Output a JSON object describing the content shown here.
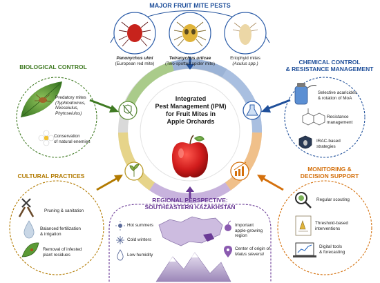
{
  "top": {
    "title": "MAJOR FRUIT MITE PESTS",
    "mites": [
      {
        "name": "Panonychus ulmi",
        "common": "(European red mite)"
      },
      {
        "name": "Tetranychus urticae",
        "common": "(Two-spotted spider mite)"
      },
      {
        "name": "Eriophyid mites",
        "common": "(Aculus spp.)"
      }
    ]
  },
  "center": {
    "lines": [
      "Integrated",
      "Pest Management (IPM)",
      "for Fruit Mites in",
      "Apple Orchards"
    ]
  },
  "bio": {
    "title": "BIOLOGICAL CONTROL",
    "item1": {
      "line1": "Predatory mites",
      "line2": "(Typhlodromus,",
      "line3": "Neoseiulus,",
      "line4": "Phytoseiulus)"
    },
    "item2": {
      "line1": "Conservation",
      "line2": "of natural enemies"
    }
  },
  "chem": {
    "title_line1": "CHEMICAL CONTROL",
    "title_line2": "& RESISTANCE MANAGEMENT",
    "item1": {
      "line1": "Selective acaricides",
      "line2": "& rotation of MoA"
    },
    "item2": {
      "line1": "Resistance",
      "line2": "management"
    },
    "item3": {
      "line1": "IRAC-based",
      "line2": "strategies"
    }
  },
  "cult": {
    "title": "CULTURAL PRACTICES",
    "item1": "Pruning & sanitation",
    "item2": {
      "line1": "Balanced fertilization",
      "line2": "& irrigation"
    },
    "item3": {
      "line1": "Removal of infested",
      "line2": "plant residues"
    }
  },
  "region": {
    "title_line1": "REGIONAL PERSPECTIVE:",
    "title_line2": "SOUTHEASTERN KAZAKHSTAN",
    "left": [
      "Hot summers",
      "Cold winters",
      "Low humidity"
    ],
    "right1": {
      "line1": "Important",
      "line2": "apple-growing",
      "line3": "region"
    },
    "right2": {
      "line1": "Center of origin of",
      "line2": "Malus sieversii"
    }
  },
  "monitor": {
    "title_line1": "MONITORING &",
    "title_line2": "DECISION SUPPORT",
    "item1": "Regular scouting",
    "item2": {
      "line1": "Threshold-based",
      "line2": "interventions"
    },
    "item3": {
      "line1": "Digital tools",
      "line2": "& forecasting"
    }
  },
  "colors": {
    "blue_title": "#1f4f9a",
    "green_title": "#3f7a22",
    "purple_title": "#6a3a96",
    "orange_title": "#d4700c",
    "cultural_title": "#b27a00"
  }
}
